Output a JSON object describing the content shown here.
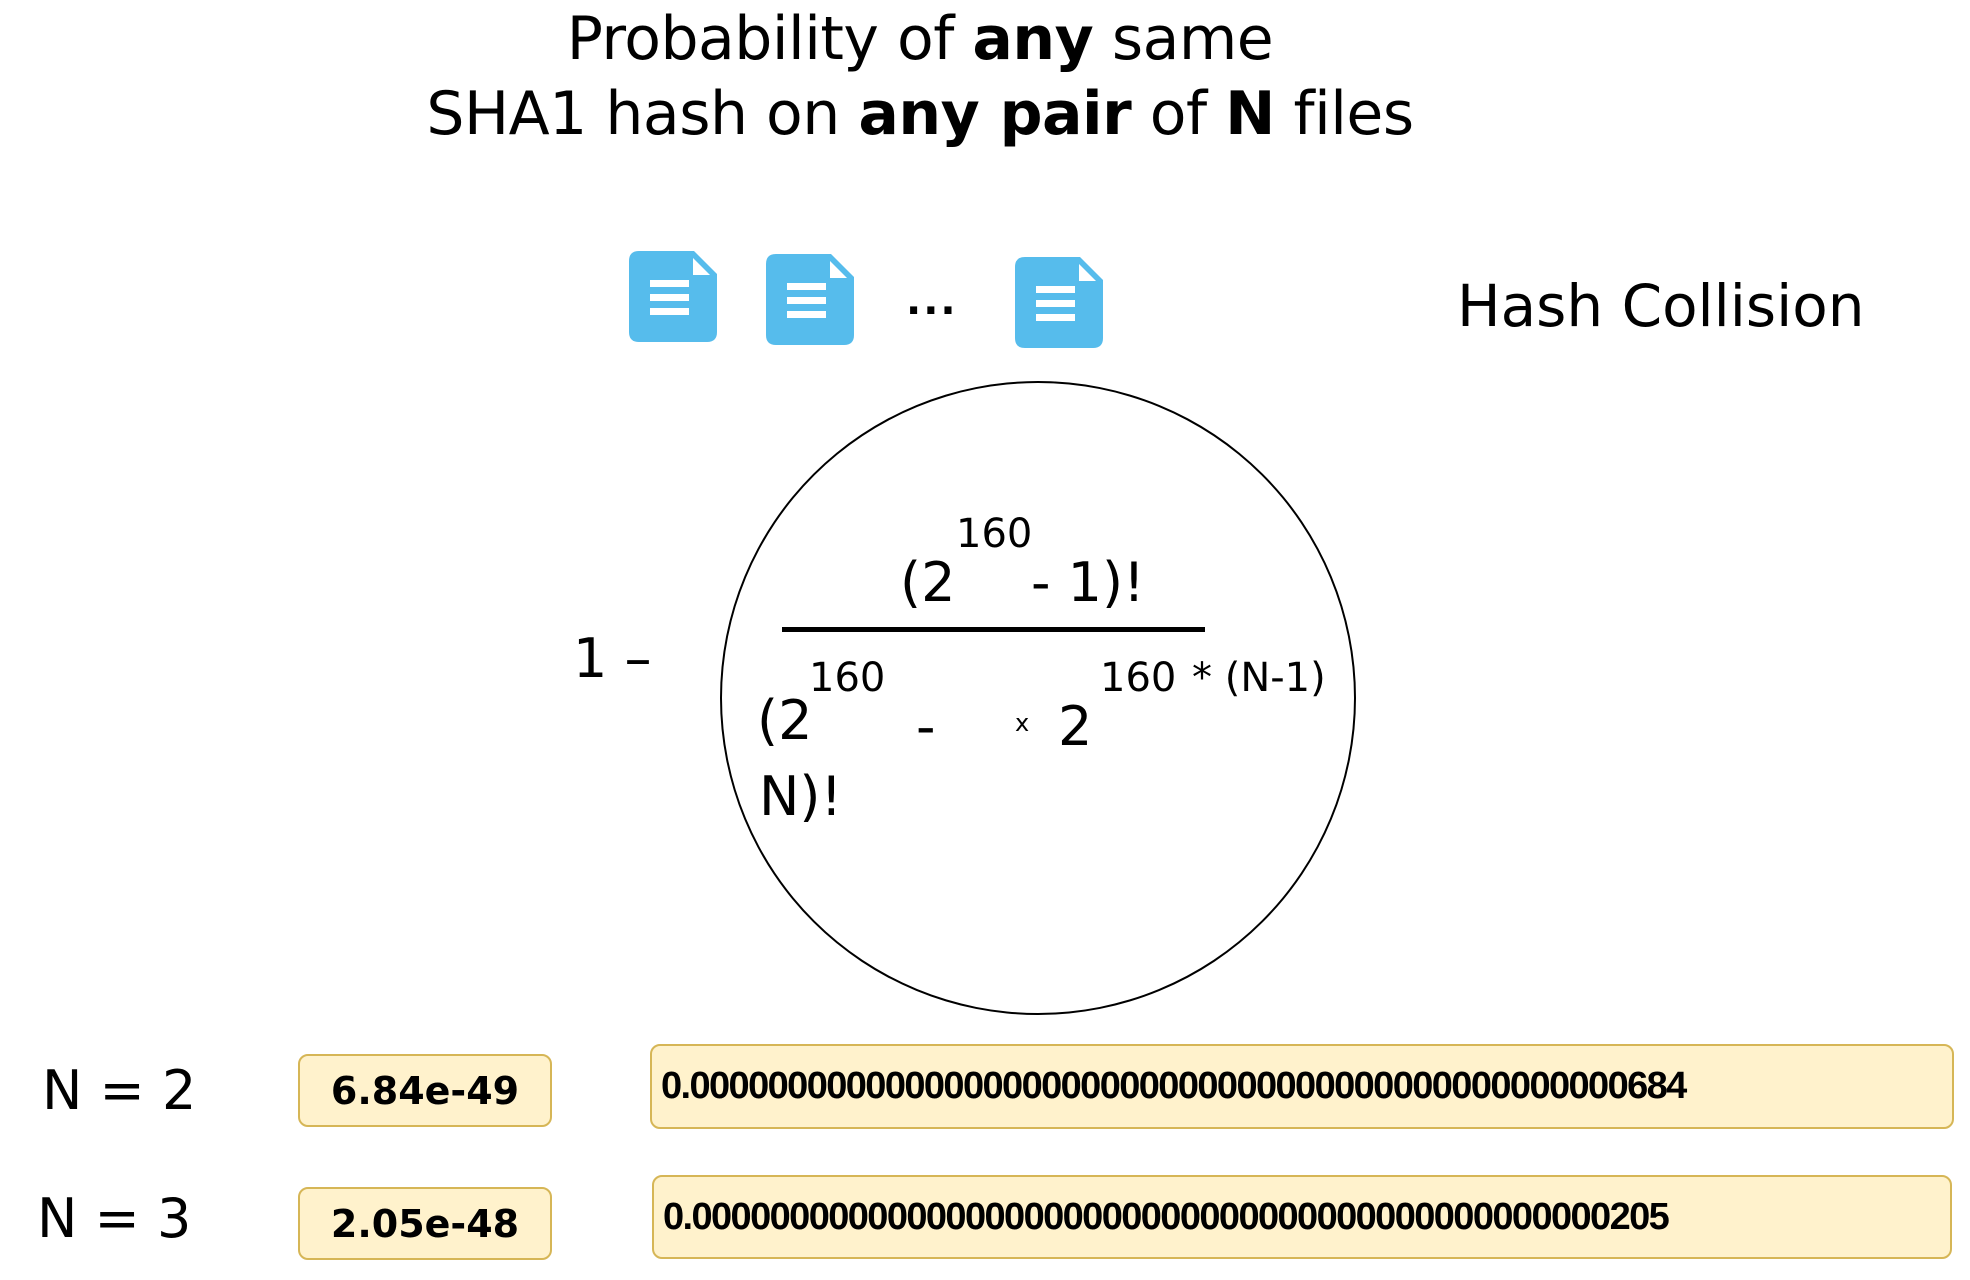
{
  "title": {
    "line1": [
      {
        "text": "Probability of ",
        "bold": false
      },
      {
        "text": " any",
        "bold": true
      },
      {
        "text": " same",
        "bold": false
      }
    ],
    "line2": [
      {
        "text": "SHA1 hash on ",
        "bold": false
      },
      {
        "text": "any pair",
        "bold": true
      },
      {
        "text": " of ",
        "bold": false
      },
      {
        "text": "N",
        "bold": true
      },
      {
        "text": " files",
        "bold": false
      }
    ]
  },
  "files": {
    "icons": [
      "file-document-icon",
      "file-document-icon",
      "file-document-icon"
    ],
    "ellipsis": "...",
    "color": "#56BCEC"
  },
  "label": "Hash Collision",
  "formula": {
    "one_minus": "1 –",
    "numerator": {
      "open": "(2",
      "exponent": "160",
      "rest": "- 1)!"
    },
    "denominator": {
      "open": "(2",
      "exponent1": "160",
      "minus": "-",
      "n_close": "N)!",
      "times": "x",
      "base2": "2",
      "exponent2": "160",
      "exponent2_suffix": "* (N-1)"
    }
  },
  "rows": [
    {
      "n_label": "N = 2",
      "scientific": "6.84e-49",
      "decimal": "0.000000000000000000000000000000000000000000000000684"
    },
    {
      "n_label": "N = 3",
      "scientific": "2.05e-48",
      "decimal": "0.00000000000000000000000000000000000000000000000205"
    }
  ],
  "colors": {
    "box_fill": "#FFF2CC",
    "box_border": "#D6B656",
    "icon": "#56BCEC"
  }
}
